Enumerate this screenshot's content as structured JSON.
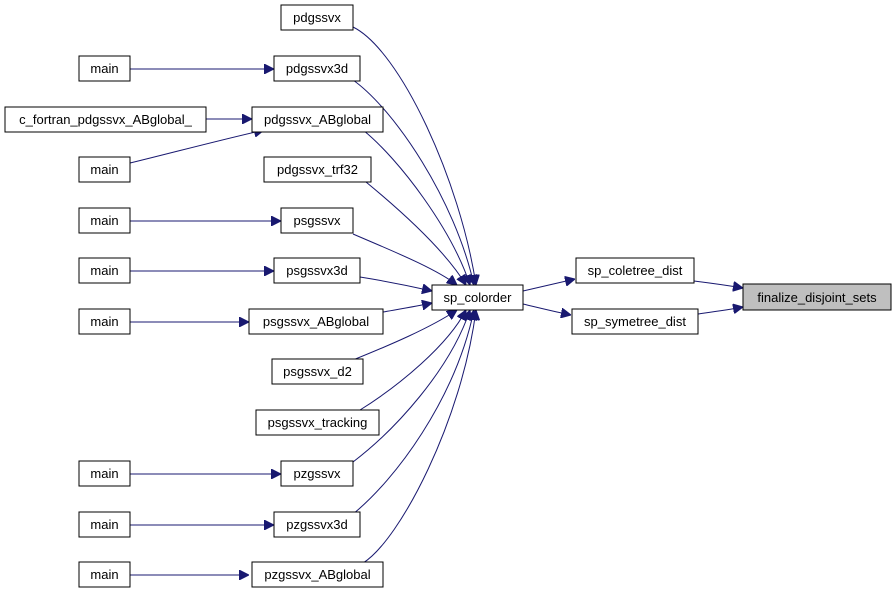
{
  "graph": {
    "edge_color": "#191970",
    "current_node_fill": "#bfbfbf",
    "nodes": {
      "pdgssvx": "pdgssvx",
      "main1": "main",
      "pdgssvx3d": "pdgssvx3d",
      "c_fortran": "c_fortran_pdgssvx_ABglobal_",
      "pdgssvx_ABglobal": "pdgssvx_ABglobal",
      "main2": "main",
      "pdgssvx_trf32": "pdgssvx_trf32",
      "main3": "main",
      "psgssvx": "psgssvx",
      "main4": "main",
      "psgssvx3d": "psgssvx3d",
      "main5": "main",
      "psgssvx_ABglobal": "psgssvx_ABglobal",
      "psgssvx_d2": "psgssvx_d2",
      "psgssvx_tracking": "psgssvx_tracking",
      "main6": "main",
      "pzgssvx": "pzgssvx",
      "main7": "main",
      "pzgssvx3d": "pzgssvx3d",
      "main8": "main",
      "pzgssvx_ABglobal": "pzgssvx_ABglobal",
      "sp_colorder": "sp_colorder",
      "sp_coletree_dist": "sp_coletree_dist",
      "sp_symetree_dist": "sp_symetree_dist",
      "finalize_disjoint_sets": "finalize_disjoint_sets"
    }
  }
}
